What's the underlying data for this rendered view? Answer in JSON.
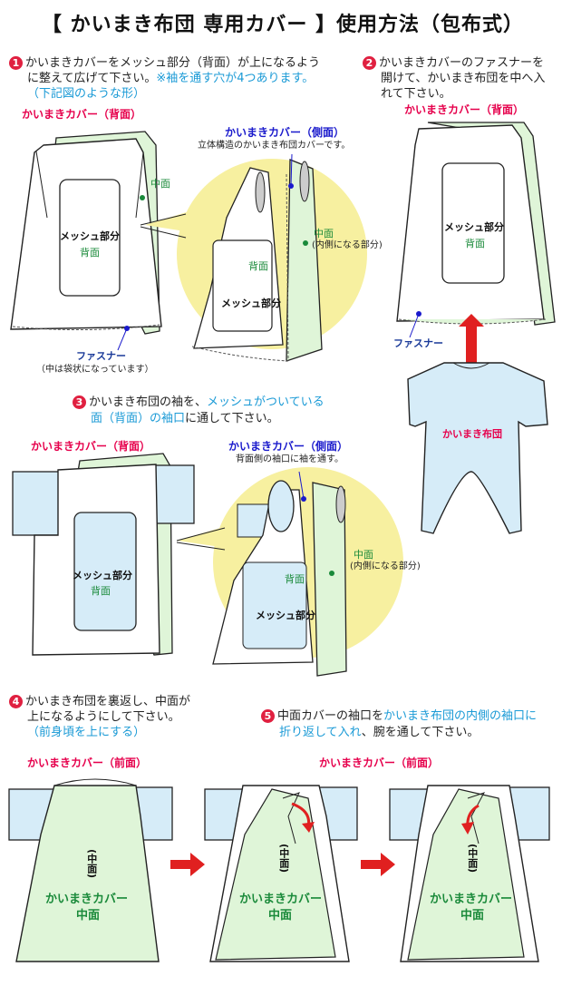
{
  "title": "【 かいまき布団 専用カバー 】使用方法（包布式）",
  "steps": [
    {
      "num": "1",
      "line1": "かいまきカバーをメッシュ部分（背面）が上になるよう",
      "line2a": "に整えて広げて下さい。",
      "line2b": "※袖を通す穴が4つあります。",
      "line3": "（下記図のような形）"
    },
    {
      "num": "2",
      "line1": "かいまきカバーのファスナーを",
      "line2": "開けて、かいまき布団を中へ入",
      "line3": "れて下さい。"
    },
    {
      "num": "3",
      "line1a": "かいまき布団の袖を、",
      "line1b": "メッシュがついている",
      "line2a": "面（背面）の袖口",
      "line2b": "に通して下さい。"
    },
    {
      "num": "4",
      "line1": "かいまき布団を裏返し、中面が",
      "line2": "上になるようにして下さい。",
      "line3": "（前身頃を上にする）"
    },
    {
      "num": "5",
      "line1a": "中面カバーの袖口を",
      "line1b": "かいまき布団の内側の袖口に",
      "line2a": "折り返して入れ",
      "line2b": "、腕を通して下さい。"
    }
  ],
  "labels": {
    "cover_back": "かいまきカバー（背面）",
    "cover_side": "かいまきカバー（側面）",
    "cover_side_note": "立体構造のかいまき布団カバーです。",
    "cover_side_note3": "背面側の袖口に袖を通す。",
    "cover_front": "かいまきカバー（前面）",
    "mesh": "メッシュ部分",
    "back": "背面",
    "middle": "中面",
    "middle_inner": "(内側になる部分)",
    "fastener": "ファスナー",
    "fastener_note": "（中は袋状になっています）",
    "futon": "かいまき布団",
    "middle_vertical": "(中面)",
    "cover_middle_line1": "かいまきカバー",
    "cover_middle_line2": "中面"
  },
  "colors": {
    "badge": "#e02040",
    "arrow": "#e02020",
    "cover_green": "#dff5d8",
    "futon_blue": "#d6ecf8",
    "bubble_yellow": "#f7f0a0",
    "red_label": "#e6004c",
    "blue_label": "#1a1acc",
    "green_label": "#1a8a3a",
    "cyan_text": "#1a9ad6"
  }
}
